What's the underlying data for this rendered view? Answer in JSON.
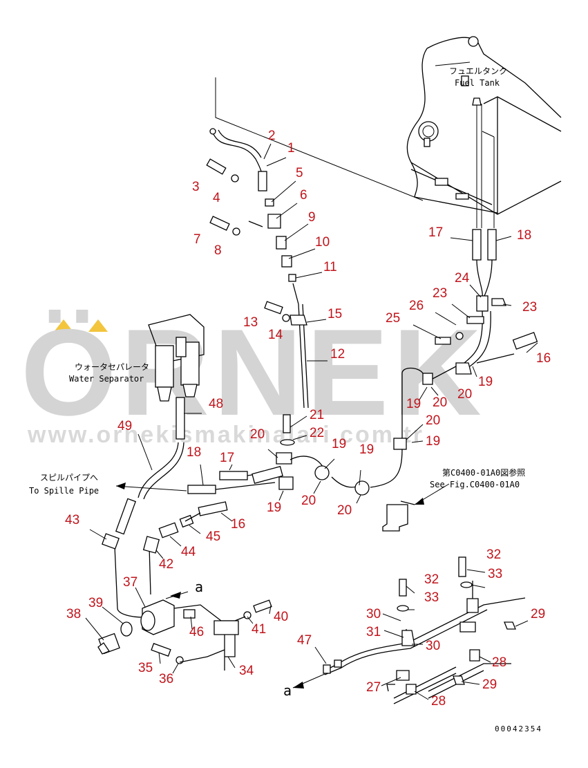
{
  "watermark": {
    "brand": "ÖRNEK",
    "url": "www.ornekismakinalari.com.tr",
    "color": "#d4d4d4",
    "accent": "#f2c53d"
  },
  "callouts": {
    "fuel_tank_jp": "フュエルタンク",
    "fuel_tank_en": "Fuel Tank",
    "water_separator_jp": "ウォータセパレータ",
    "water_separator_en": "Water Separator",
    "spill_pipe_jp": "スピルパイプへ",
    "spill_pipe_en": "To Spille Pipe",
    "see_fig_jp": "第C0400-01A0図参照",
    "see_fig_en": "See Fig.C0400-01A0",
    "connector_a": "a",
    "drawing_number": "00042354"
  },
  "part_numbers": [
    "1",
    "2",
    "3",
    "4",
    "5",
    "6",
    "7",
    "8",
    "9",
    "10",
    "11",
    "12",
    "13",
    "14",
    "15",
    "16",
    "17",
    "18",
    "19",
    "20",
    "21",
    "22",
    "23",
    "24",
    "25",
    "26",
    "27",
    "28",
    "29",
    "30",
    "31",
    "32",
    "33",
    "34",
    "35",
    "36",
    "37",
    "38",
    "39",
    "40",
    "41",
    "42",
    "43",
    "44",
    "45",
    "46",
    "47",
    "48",
    "49"
  ],
  "colors": {
    "label": "#c0141b",
    "line": "#000000",
    "background": "#ffffff"
  }
}
